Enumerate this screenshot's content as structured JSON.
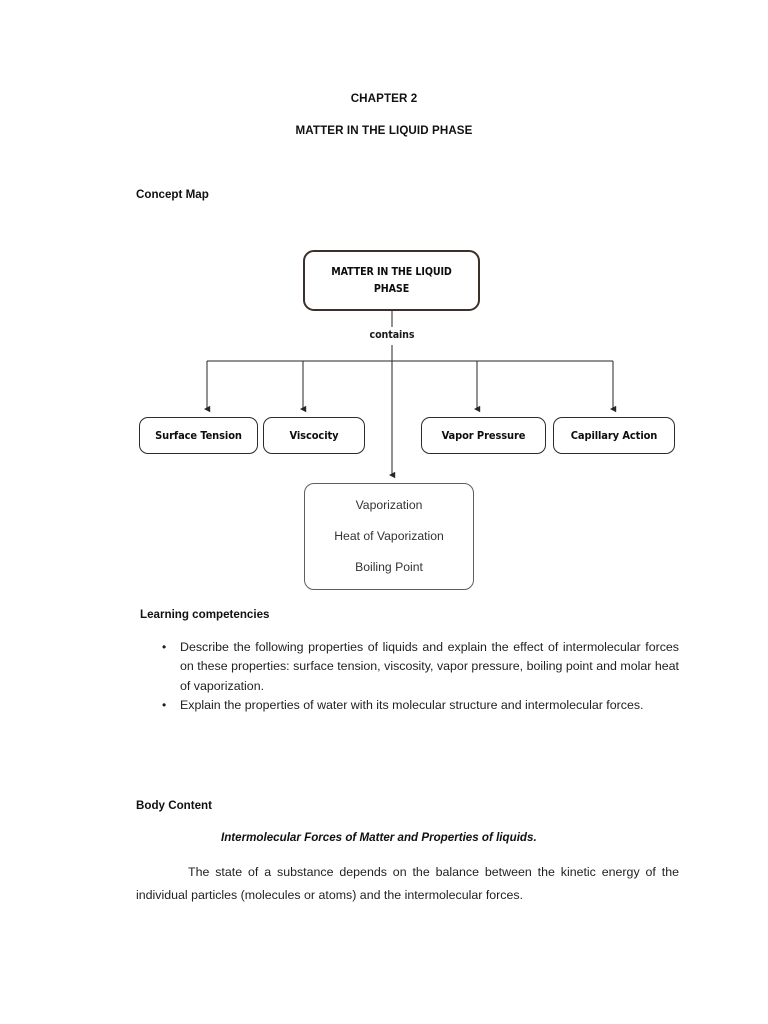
{
  "document": {
    "chapter_title": "CHAPTER 2",
    "subject_title": "MATTER IN THE LIQUID PHASE"
  },
  "concept_map": {
    "heading": "Concept Map",
    "root": {
      "line1": "MATTER IN THE LIQUID",
      "line2": "PHASE"
    },
    "edge_label": "contains",
    "leaves": [
      {
        "label": "Surface Tension"
      },
      {
        "label": "Viscocity"
      },
      {
        "label": "Vapor Pressure"
      },
      {
        "label": "Capillary Action"
      }
    ],
    "center_node": {
      "line1": "Vaporization",
      "line2": "Heat of Vaporization",
      "line3": "Boiling Point"
    },
    "colors": {
      "root_border": "#3b302b",
      "leaf_border": "#2b2b2b",
      "center_border": "#5e5e5e",
      "connector": "#262626"
    }
  },
  "learning_competencies": {
    "heading": "Learning competencies",
    "bullet_glyph": "•",
    "items": [
      "Describe the following properties of liquids and explain the effect of intermolecular forces on these properties: surface tension, viscosity, vapor pressure, boiling point and molar heat of vaporization.",
      "Explain the properties of water with its molecular structure and intermolecular forces."
    ]
  },
  "body_content": {
    "heading": "Body Content",
    "subheading": "Intermolecular Forces of Matter and Properties of liquids.",
    "paragraph": "The state of a substance depends on the balance between the kinetic energy of the individual particles (molecules or atoms) and the intermolecular forces."
  }
}
